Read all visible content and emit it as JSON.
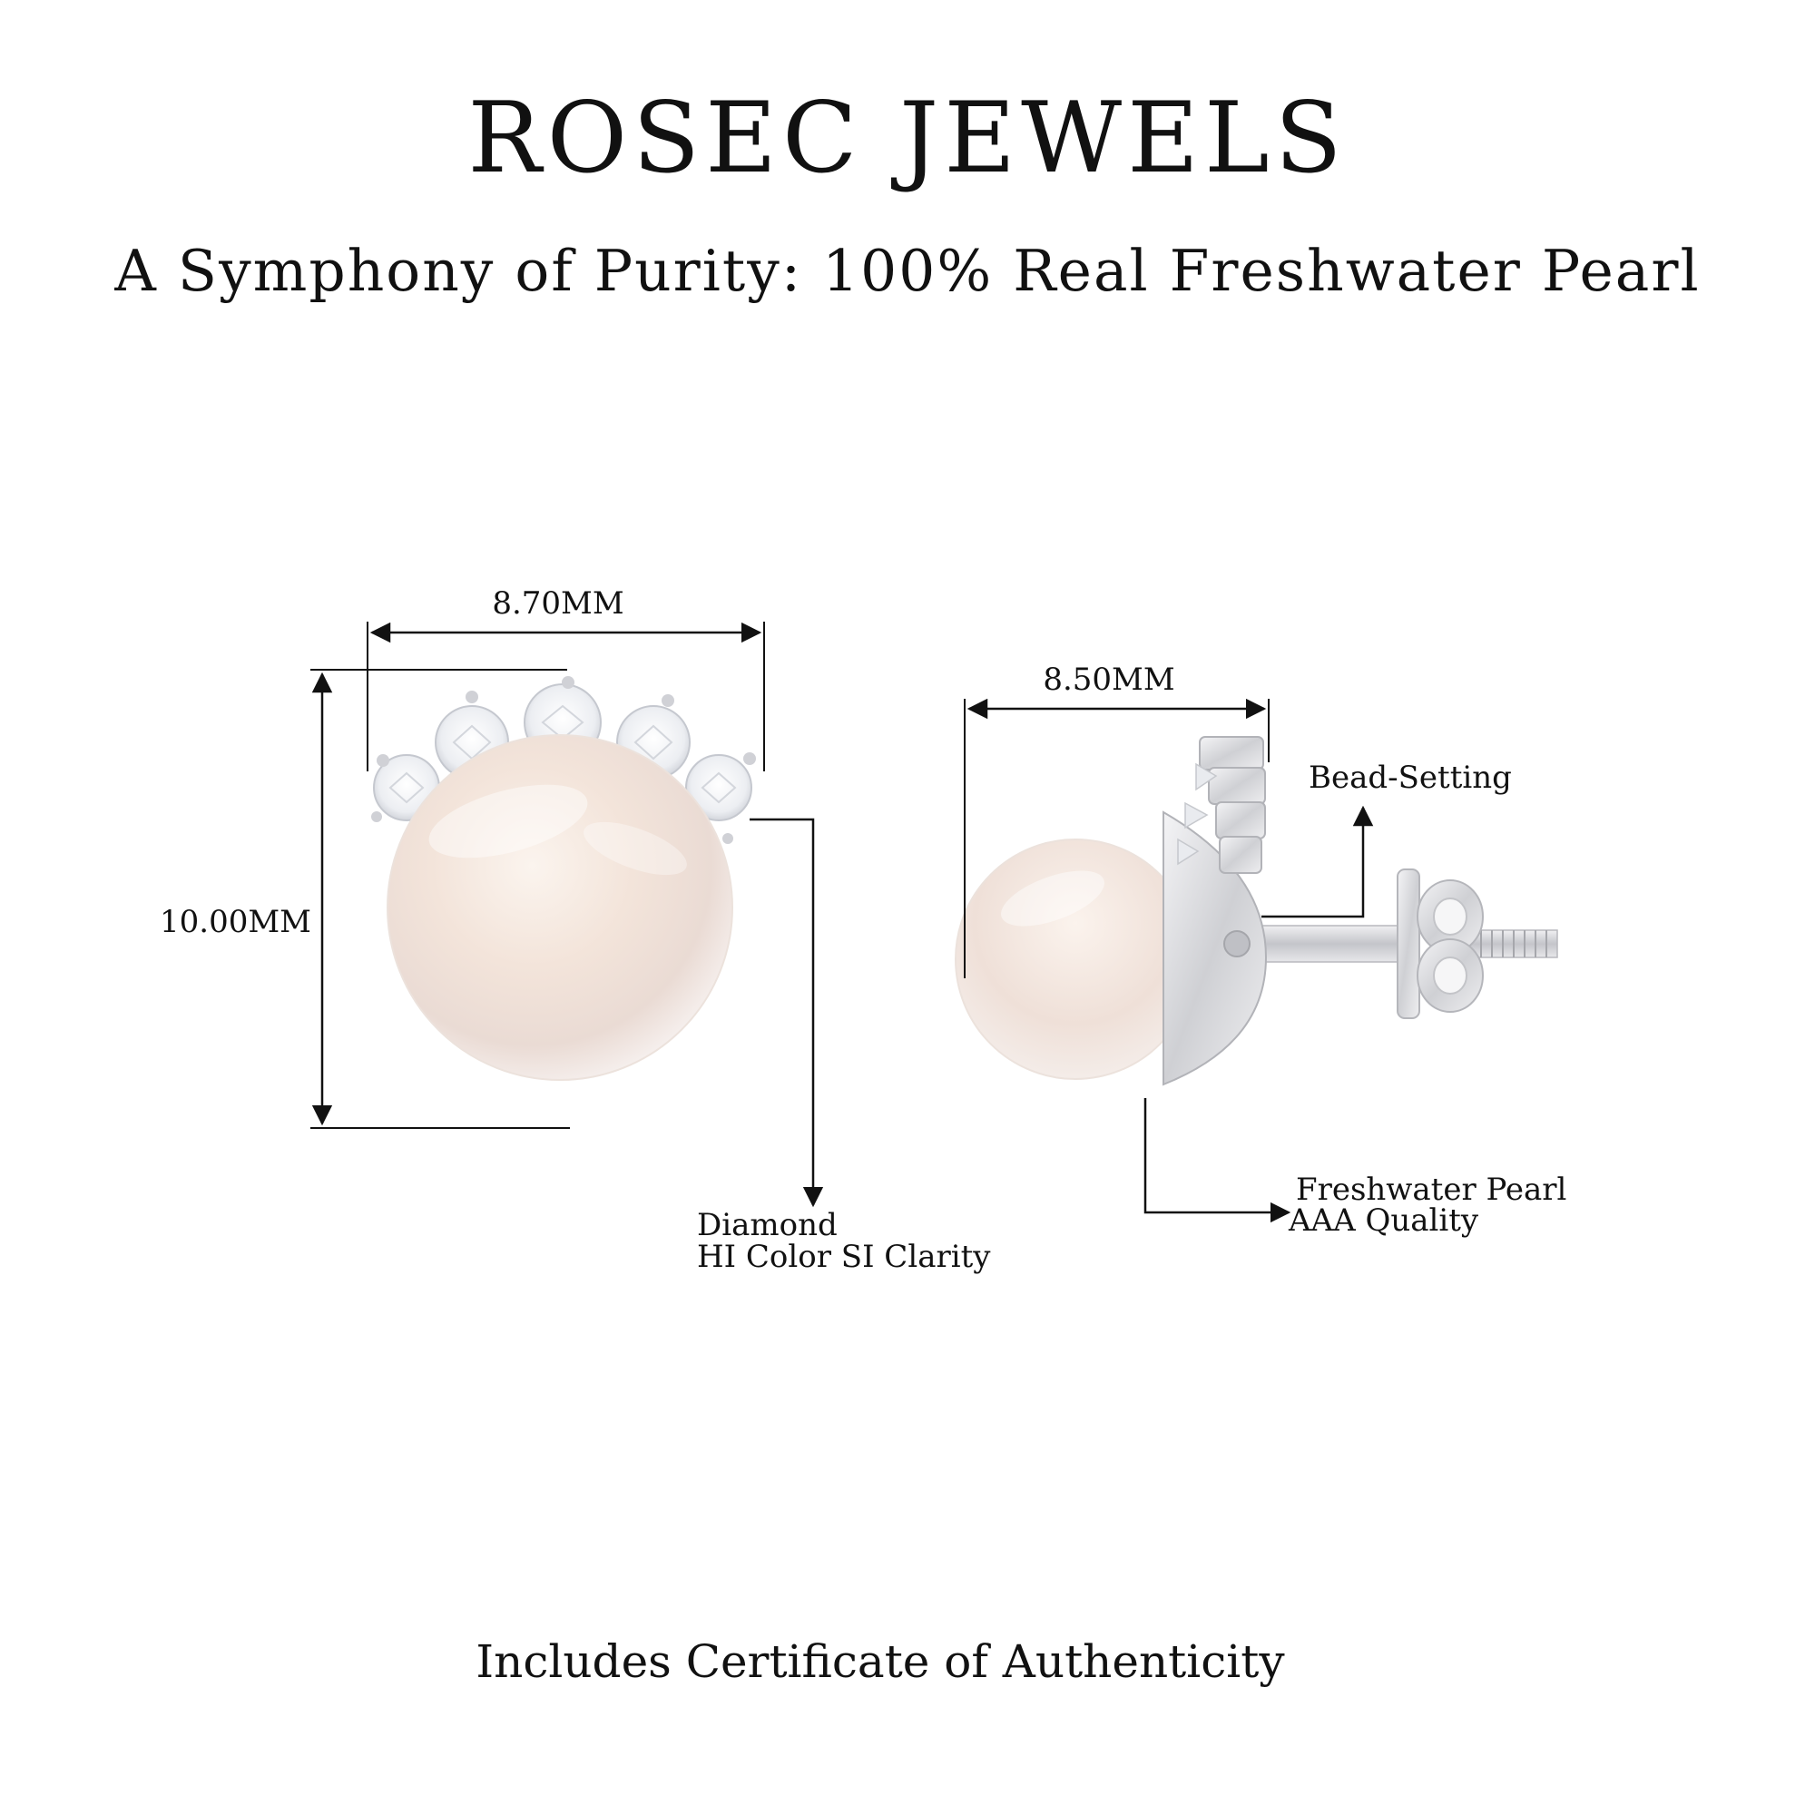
{
  "header": {
    "brand": "ROSEC JEWELS",
    "subtitle": "A Symphony of Purity: 100% Real Freshwater Pearl"
  },
  "front_view": {
    "width_label": "8.70MM",
    "height_label": "10.00MM",
    "diamond_label_line1": "Diamond",
    "diamond_label_line2": "HI Color SI Clarity"
  },
  "side_view": {
    "width_label": "8.50MM",
    "setting_label": "Bead-Setting",
    "pearl_label_line1": "Freshwater Pearl",
    "pearl_label_line2": "AAA Quality"
  },
  "footer": {
    "note": "Includes Certificate of Authenticity"
  },
  "colors": {
    "pearl": "#f4ece6",
    "metal": "#d9d9dc",
    "ink": "#111111"
  }
}
